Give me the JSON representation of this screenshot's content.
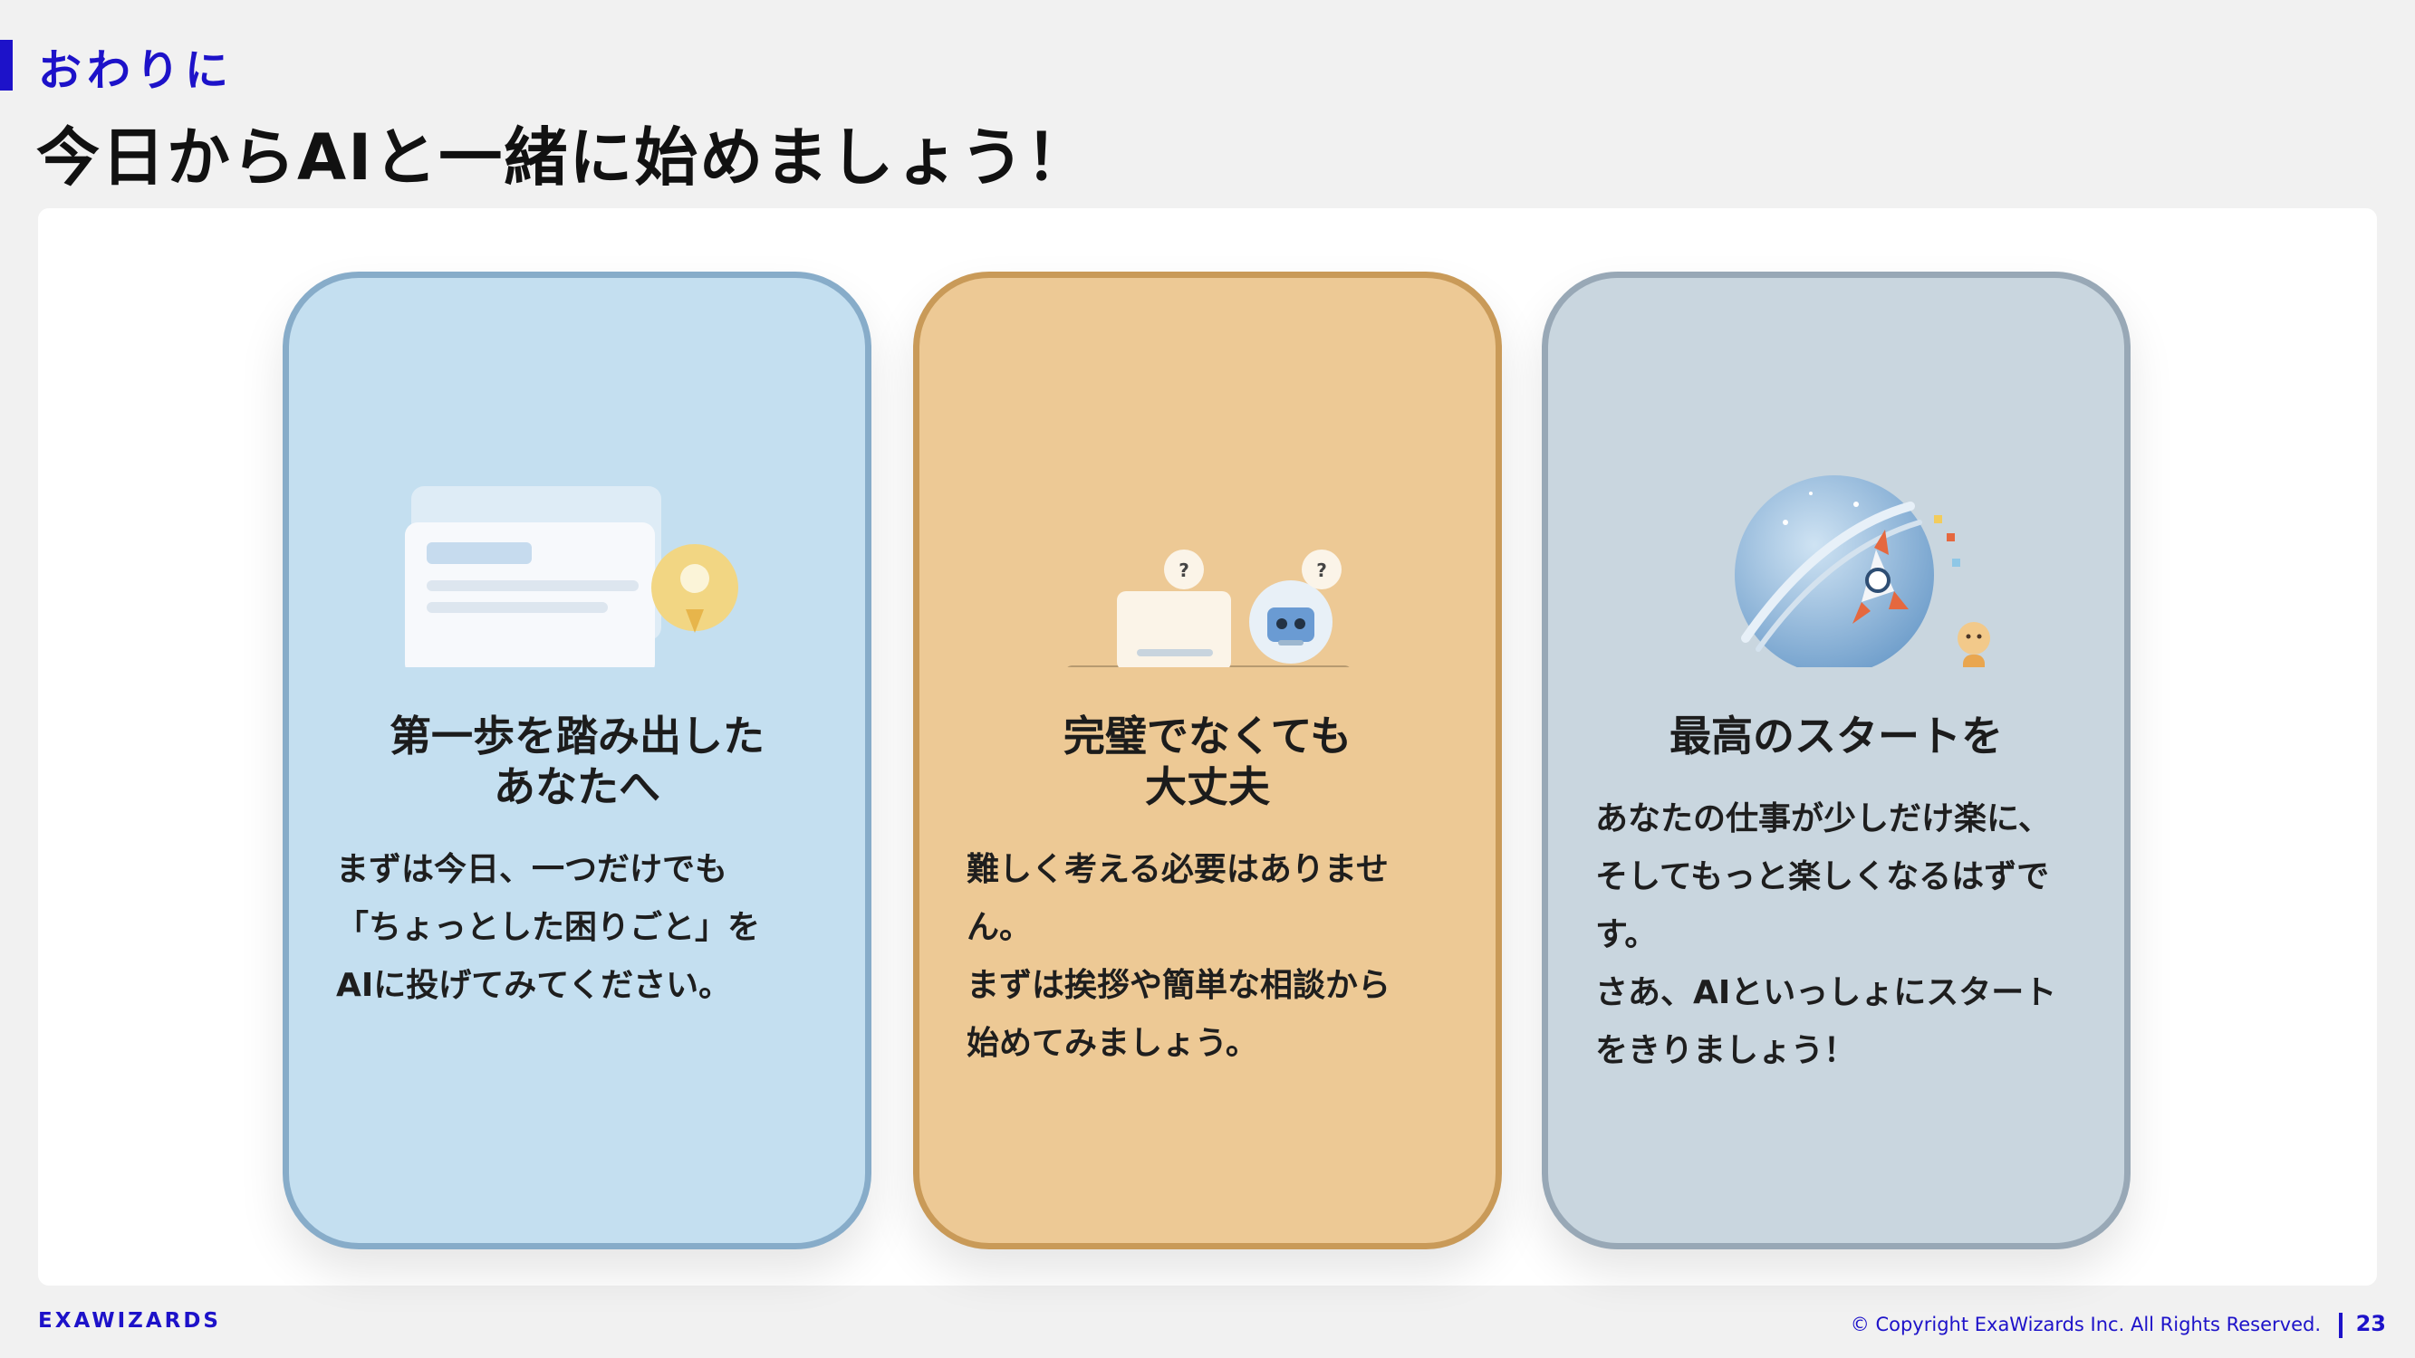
{
  "header": {
    "section_label": "おわりに",
    "title": "今日からAIと一緒に始めましょう！"
  },
  "cards": [
    {
      "title_lines": [
        "第一歩を踏み出した",
        "あなたへ"
      ],
      "body_lines": [
        "まずは今日、一つだけでも",
        "「ちょっとした困りごと」を",
        "AIに投げてみてください。"
      ],
      "background": "#c4dff0",
      "border": "#87acc9",
      "icon": "chat-lightbulb-illustration"
    },
    {
      "title_lines": [
        "完璧でなくても",
        "大丈夫"
      ],
      "body_lines": [
        "難しく考える必要はありませ",
        "ん。",
        "まずは挨拶や簡単な相談から",
        "始めてみましょう。"
      ],
      "background": "#edc995",
      "border": "#c99a58",
      "icon": "laptop-robot-illustration"
    },
    {
      "title_lines": [
        "最高のスタートを"
      ],
      "body_lines": [
        "あなたの仕事が少しだけ楽に、",
        "そしてもっと楽しくなるはずで",
        "す。",
        "さあ、AIといっしょにスタート",
        "をきりましょう！"
      ],
      "background": "#c9d6df",
      "border": "#98a8b6",
      "icon": "rocket-planet-illustration"
    }
  ],
  "footer": {
    "logo": "EXAWIZARDS",
    "copyright": "© Copyright ExaWizards Inc. All Rights Reserved.",
    "page_number": "23"
  },
  "colors": {
    "accent": "#1d12c9",
    "background": "#f1f1f1",
    "panel": "#ffffff"
  }
}
